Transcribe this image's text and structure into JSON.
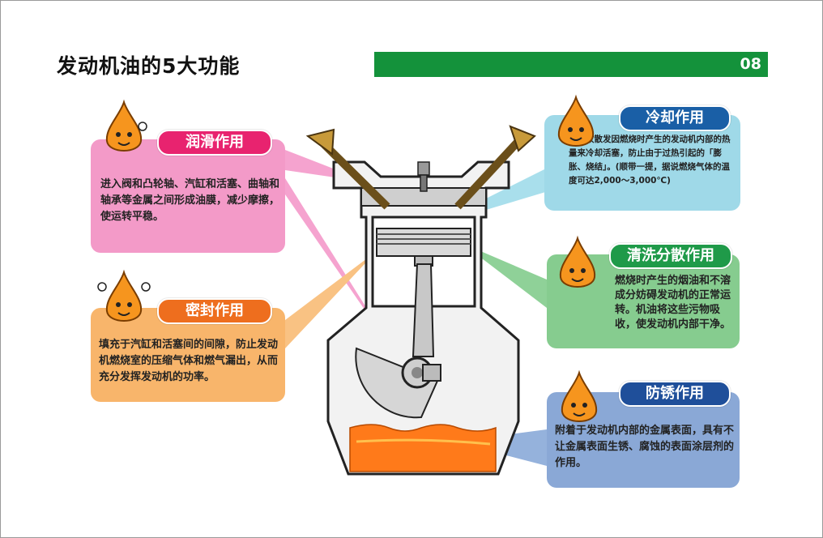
{
  "page": {
    "title": "发动机油的5大功能",
    "page_number": "08"
  },
  "functions": {
    "lubrication": {
      "label": "润滑作用",
      "text": "进入阀和凸轮轴、汽缸和活塞、曲轴和轴承等金属之间形成油膜，减少摩擦，使运转平稳。",
      "color": "#f39ac8",
      "pill_color": "#e8236f"
    },
    "sealing": {
      "label": "密封作用",
      "text": "填充于汽缸和活塞间的间隙，防止发动机燃烧室的压缩气体和燃气漏出，从而充分发挥发动机的功率。",
      "color": "#f8b56b",
      "pill_color": "#ee6e1e"
    },
    "cooling": {
      "label": "冷却作用",
      "text": "以吸收散发因燃烧时产生的发动机内部的热量来冷却活塞，防止由于过热引起的「膨胀、烧结」。(顺带一提，据说燃烧气体的温度可达2,000～3,000℃)",
      "color": "#9fd9e8",
      "pill_color": "#1a5fa6"
    },
    "cleaning": {
      "label": "清洗分散作用",
      "text": "燃烧时产生的烟油和不溶成分妨碍发动机的正常运转。机油将这些污物吸收，使发动机内部干净。",
      "color": "#86cc8f",
      "pill_color": "#1f9a49"
    },
    "rust": {
      "label": "防锈作用",
      "text": "附着于发动机内部的金属表面，具有不让金属表面生锈、腐蚀的表面涂层剂的作用。",
      "color": "#8aa8d6",
      "pill_color": "#1f4f9a"
    }
  },
  "icons": {
    "mascot": "oil-drop-mascot-icon",
    "engine": "engine-cutaway-illustration"
  }
}
